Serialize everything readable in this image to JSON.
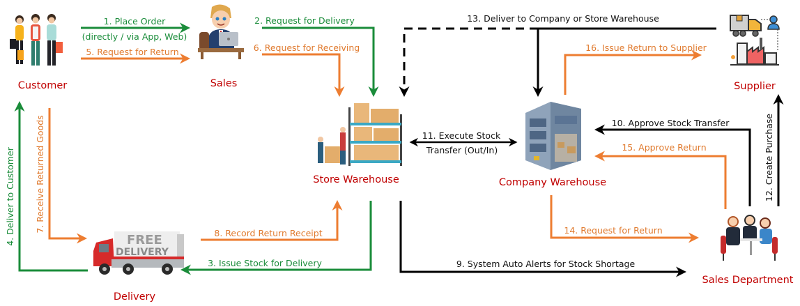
{
  "colors": {
    "forward_flow": "#1a8c3a",
    "return_flow": "#ed7d31",
    "system_flow": "#000000",
    "node_label": "#c00000"
  },
  "nodes": {
    "customer": {
      "label": "Customer",
      "icon": "shoppers-icon"
    },
    "sales": {
      "label": "Sales",
      "icon": "salesperson-laptop-icon"
    },
    "store_warehouse": {
      "label": "Store Warehouse",
      "icon": "warehouse-shelves-icon"
    },
    "company_warehouse": {
      "label": "Company Warehouse",
      "icon": "warehouse-building-icon"
    },
    "supplier": {
      "label": "Supplier",
      "icon": "supplier-truck-factory-icon"
    },
    "sales_department": {
      "label": "Sales Department",
      "icon": "meeting-team-icon"
    },
    "delivery": {
      "label": "Delivery",
      "icon": "delivery-truck-icon",
      "truck_text_1": "FREE",
      "truck_text_2": "DELIVERY"
    }
  },
  "flows": {
    "f1": {
      "label": "1. Place Order",
      "sublabel": "(directly / via App, Web)",
      "from": "Customer",
      "to": "Sales",
      "type": "forward"
    },
    "f2": {
      "label": "2. Request for Delivery",
      "from": "Sales",
      "to": "Store Warehouse",
      "type": "forward"
    },
    "f3": {
      "label": "3. Issue Stock for Delivery",
      "from": "Store Warehouse",
      "to": "Delivery",
      "type": "forward"
    },
    "f4": {
      "label": "4. Deliver to Customer",
      "from": "Delivery",
      "to": "Customer",
      "type": "forward"
    },
    "f5": {
      "label": "5. Request for Return",
      "from": "Customer",
      "to": "Sales",
      "type": "return"
    },
    "f6": {
      "label": "6. Request for Receiving",
      "from": "Sales",
      "to": "Store Warehouse",
      "type": "return"
    },
    "f7": {
      "label": "7. Receive Returned Goods",
      "from": "Customer",
      "to": "Delivery",
      "type": "return"
    },
    "f8": {
      "label": "8. Record Return Receipt",
      "from": "Delivery",
      "to": "Store Warehouse",
      "type": "return"
    },
    "f9": {
      "label": "9. System Auto Alerts for Stock Shortage",
      "from": "Store Warehouse",
      "to": "Sales Department",
      "type": "system"
    },
    "f10": {
      "label": "10. Approve Stock Transfer",
      "from": "Sales Department",
      "to": "Company Warehouse",
      "type": "system"
    },
    "f11": {
      "label": "11. Execute Stock",
      "sublabel": "Transfer (Out/In)",
      "from": "Company Warehouse",
      "to": "Store Warehouse",
      "type": "system",
      "bidirectional": true
    },
    "f12": {
      "label": "12. Create Purchase",
      "from": "Sales Department",
      "to": "Supplier",
      "type": "system"
    },
    "f13": {
      "label": "13. Deliver to Company or Store Warehouse",
      "from": "Supplier",
      "to": "Company Warehouse / Store Warehouse",
      "type": "system",
      "dashed_branch": "Store Warehouse"
    },
    "f14": {
      "label": "14. Request for Return",
      "from": "Company Warehouse",
      "to": "Sales Department",
      "type": "return"
    },
    "f15": {
      "label": "15. Approve Return",
      "from": "Sales Department",
      "to": "Company Warehouse",
      "type": "return"
    },
    "f16": {
      "label": "16. Issue Return to Supplier",
      "from": "Company Warehouse",
      "to": "Supplier",
      "type": "return"
    }
  }
}
